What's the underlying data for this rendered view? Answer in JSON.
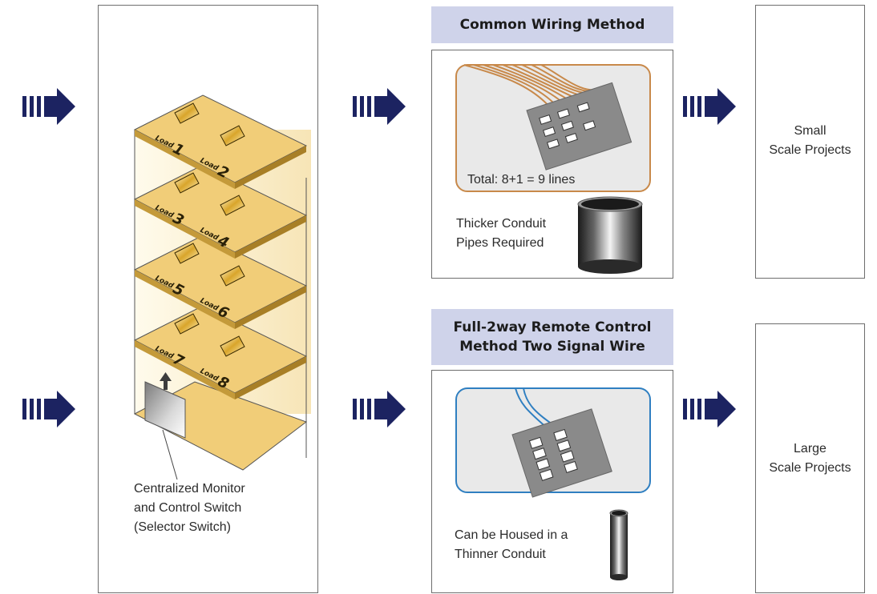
{
  "building": {
    "floors": [
      {
        "load_a": "Load",
        "num_a": "1",
        "load_b": "Load",
        "num_b": "2"
      },
      {
        "load_a": "Load",
        "num_a": "3",
        "load_b": "Load",
        "num_b": "4"
      },
      {
        "load_a": "Load",
        "num_a": "5",
        "load_b": "Load",
        "num_b": "6"
      },
      {
        "load_a": "Load",
        "num_a": "7",
        "load_b": "Load",
        "num_b": "8"
      }
    ],
    "switch_label": "Centralized Monitor\nand Control Switch\n(Selector Switch)"
  },
  "common": {
    "title": "Common Wiring Method",
    "total_label": "Total: 8+1 = 9 lines",
    "conduit_label": "Thicker Conduit\nPipes Required",
    "result": "Small\nScale Projects"
  },
  "remote": {
    "title": "Full-2way Remote Control\nMethod Two Signal Wire",
    "conduit_label": "Can be Housed in a\nThinner Conduit",
    "result": "Large\nScale Projects"
  },
  "colors": {
    "arrow": "#1c2361",
    "header_bg": "#cfd3ea",
    "floor": "#f1cd78",
    "common_wire": "#c8894a",
    "remote_wire": "#2f7fc1"
  }
}
